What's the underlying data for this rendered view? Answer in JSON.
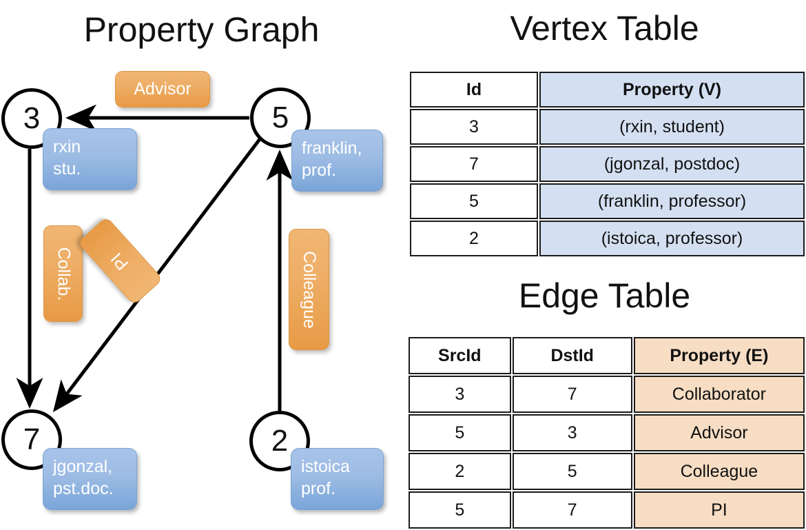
{
  "titles": {
    "property_graph": "Property Graph",
    "vertex_table": "Vertex Table",
    "edge_table": "Edge Table"
  },
  "colors": {
    "vertex_property_fill": "#d4e0f2",
    "edge_property_fill": "#f6ddc3",
    "node_property_box": "#7aa5d8",
    "edge_label_box": "#e79a45",
    "stroke": "#000000"
  },
  "graph": {
    "nodes": [
      {
        "id": "3",
        "property_line1": "rxin",
        "property_line2": "stu."
      },
      {
        "id": "5",
        "property_line1": "franklin,",
        "property_line2": "prof."
      },
      {
        "id": "7",
        "property_line1": "jgonzal,",
        "property_line2": "pst.doc."
      },
      {
        "id": "2",
        "property_line1": "istoica",
        "property_line2": "prof."
      }
    ],
    "edge_labels": [
      {
        "name": "advisor",
        "text": "Advisor",
        "orientation": "horizontal"
      },
      {
        "name": "collab",
        "text": "Collab.",
        "orientation": "vertical"
      },
      {
        "name": "pi",
        "text": "PI",
        "orientation": "rotated"
      },
      {
        "name": "colleague",
        "text": "Colleague",
        "orientation": "vertical"
      }
    ],
    "edges": [
      {
        "from": "5",
        "to": "3",
        "label": "Advisor"
      },
      {
        "from": "3",
        "to": "7",
        "label": "Collab."
      },
      {
        "from": "5",
        "to": "7",
        "label": "PI"
      },
      {
        "from": "2",
        "to": "5",
        "label": "Colleague"
      }
    ]
  },
  "vertex_table": {
    "headers": [
      "Id",
      "Property (V)"
    ],
    "rows": [
      {
        "id": "3",
        "property": "(rxin, student)"
      },
      {
        "id": "7",
        "property": "(jgonzal, postdoc)"
      },
      {
        "id": "5",
        "property": "(franklin, professor)"
      },
      {
        "id": "2",
        "property": "(istoica, professor)"
      }
    ]
  },
  "edge_table": {
    "headers": [
      "SrcId",
      "DstId",
      "Property (E)"
    ],
    "rows": [
      {
        "src": "3",
        "dst": "7",
        "property": "Collaborator"
      },
      {
        "src": "5",
        "dst": "3",
        "property": "Advisor"
      },
      {
        "src": "2",
        "dst": "5",
        "property": "Colleague"
      },
      {
        "src": "5",
        "dst": "7",
        "property": "PI"
      }
    ]
  }
}
